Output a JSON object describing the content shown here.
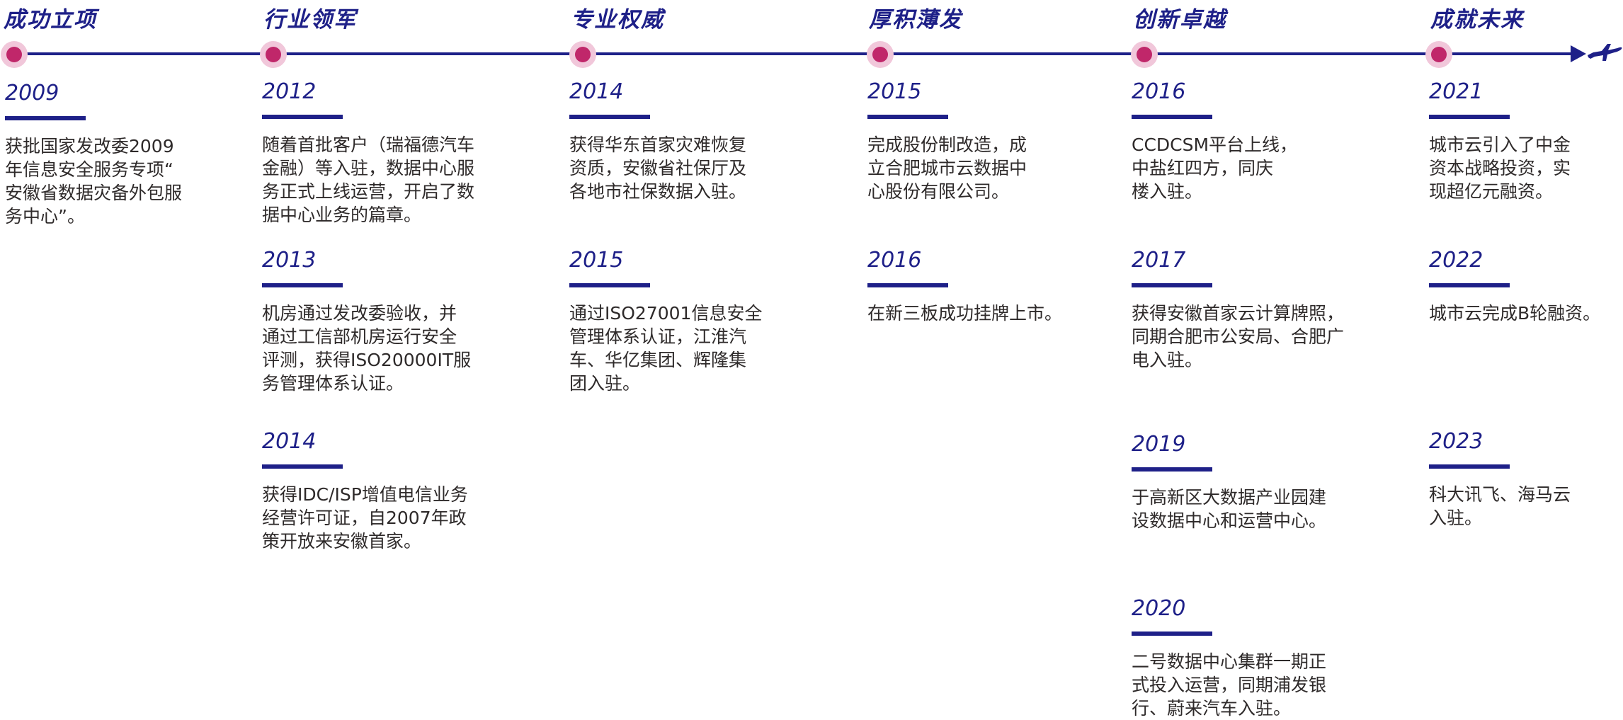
{
  "colors": {
    "primary": "#1e2088",
    "dot": "#c0276a",
    "halo": "#f1c7da",
    "text": "#2e2a2a"
  },
  "end_icon": "airplane-icon",
  "stages": [
    {
      "title": "成功立项",
      "entries": [
        {
          "year": "2009",
          "text": "获批国家发改委2009\n年信息安全服务专项“\n安徽省数据灾备外包服\n务中心”。"
        }
      ]
    },
    {
      "title": "行业领军",
      "entries": [
        {
          "year": "2012",
          "text": "随着首批客户（瑞福德汽车\n金融）等入驻，数据中心服\n务正式上线运营，开启了数\n据中心业务的篇章。"
        },
        {
          "year": "2013",
          "text": "机房通过发改委验收，并\n通过工信部机房运行安全\n评测，获得ISO20000IT服\n务管理体系认证。"
        },
        {
          "year": "2014",
          "text": "获得IDC/ISP增值电信业务\n经营许可证，自2007年政\n策开放来安徽首家。"
        }
      ]
    },
    {
      "title": "专业权威",
      "entries": [
        {
          "year": "2014",
          "text": "获得华东首家灾难恢复\n资质，安徽省社保厅及\n各地市社保数据入驻。"
        },
        {
          "year": "2015",
          "text": "通过ISO27001信息安全\n管理体系认证，江淮汽\n车、华亿集团、辉隆集\n团入驻。"
        }
      ]
    },
    {
      "title": "厚积薄发",
      "entries": [
        {
          "year": "2015",
          "text": "完成股份制改造，成\n立合肥城市云数据中\n心股份有限公司。"
        },
        {
          "year": "2016",
          "text": "在新三板成功挂牌上市。"
        }
      ]
    },
    {
      "title": "创新卓越",
      "entries": [
        {
          "year": "2016",
          "text": "CCDCSM平台上线，\n中盐红四方，同庆\n楼入驻。"
        },
        {
          "year": "2017",
          "text": "获得安徽首家云计算牌照，\n同期合肥市公安局、合肥广\n电入驻。"
        },
        {
          "year": "2019",
          "text": "于高新区大数据产业园建\n设数据中心和运营中心。"
        },
        {
          "year": "2020",
          "text": "二号数据中心集群一期正\n式投入运营，同期浦发银\n行、蔚来汽车入驻。"
        }
      ]
    },
    {
      "title": "成就未来",
      "entries": [
        {
          "year": "2021",
          "text": "城市云引入了中金\n资本战略投资，实\n现超亿元融资。"
        },
        {
          "year": "2022",
          "text": "城市云完成B轮融资。"
        },
        {
          "year": "2023",
          "text": "科大讯飞、海马云\n入驻。"
        }
      ]
    }
  ]
}
